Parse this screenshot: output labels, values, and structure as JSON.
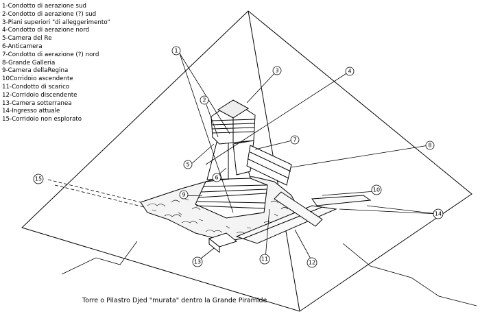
{
  "legend": [
    "1-Condotto di aerazione sud",
    "2-Condotto di aerazione (?) sud",
    "3-Piani superiori \"di alleggerimento\"",
    "4-Condotto di aerazione nord",
    "5-Camera del Re",
    "6-Anticamera",
    "7-Condotto di aerazione (?) nord",
    "8-Grande Galleria",
    "9-Camera dellaRegina",
    "10Corridoio ascendente",
    "11-Condotto di scarico",
    "12-Corridoio discendente",
    "13-Camera sotterranea",
    "14-Ingresso attuale",
    "15-Corridoio non esplorato"
  ],
  "caption": "Torre o Pilastro Djed \"murata\" dentro la Grande Piramide",
  "markers": [
    "1",
    "2",
    "3",
    "4",
    "5",
    "6",
    "7",
    "8",
    "9",
    "10",
    "11",
    "12",
    "13",
    "14",
    "15"
  ]
}
